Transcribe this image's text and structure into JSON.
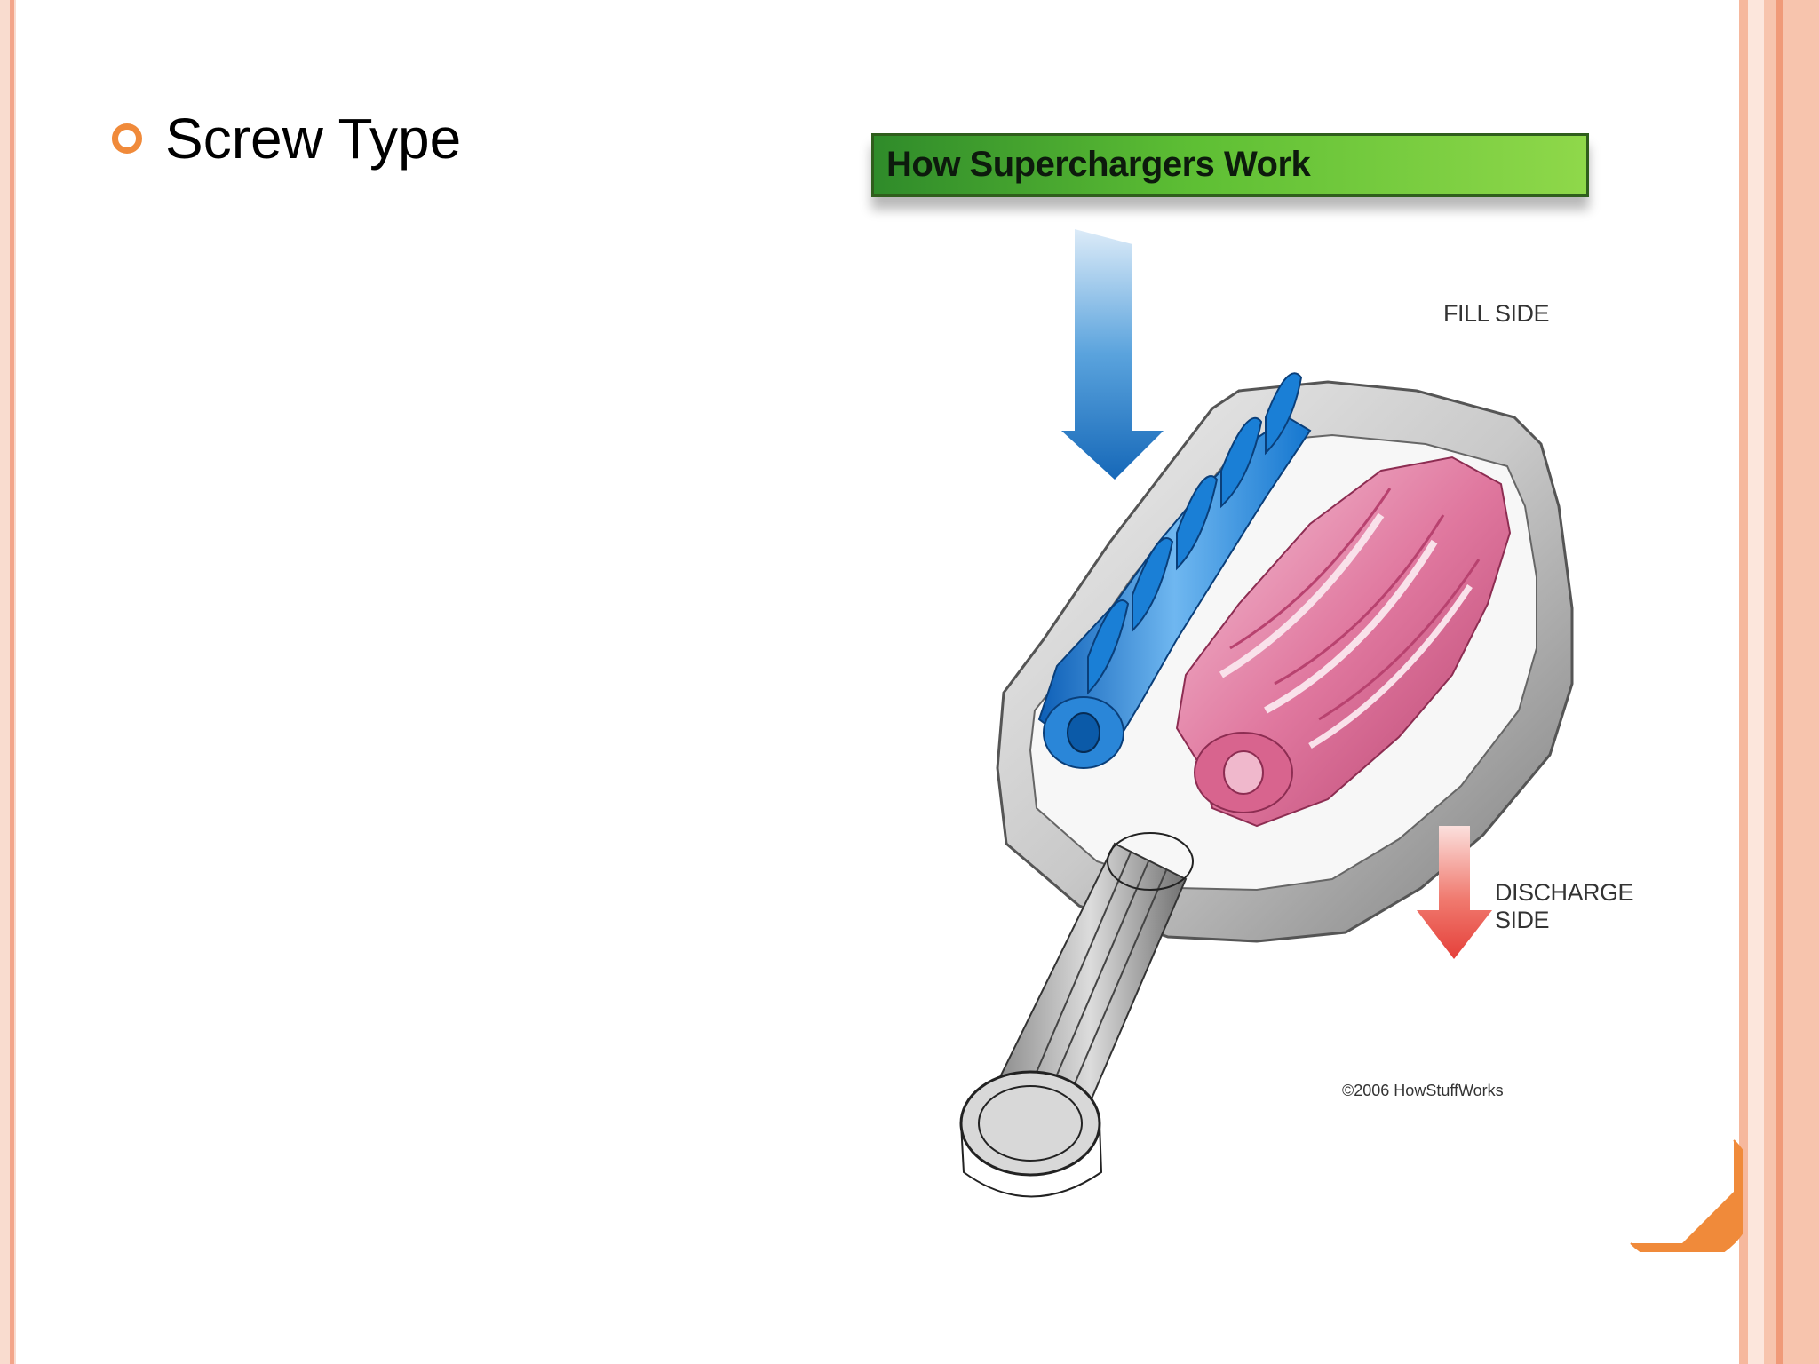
{
  "slide": {
    "bullet_text": "Screw Type",
    "colors": {
      "accent": "#f08a3a",
      "border_light": "#f7c9b3",
      "border_mid": "#f3a58a"
    }
  },
  "figure": {
    "title": "How Superchargers Work",
    "fill_label": "FILL SIDE",
    "discharge_label": "DISCHARGE SIDE",
    "credit": "©2006 HowStuffWorks"
  },
  "icons": {
    "bullet": "orange-ring-bullet-icon",
    "corner": "orange-arc-corner-icon"
  }
}
